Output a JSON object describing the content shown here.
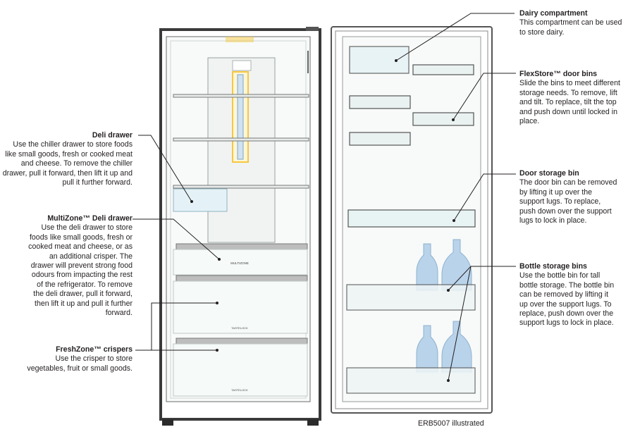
{
  "labels": {
    "deli_drawer": {
      "title": "Deli drawer",
      "desc": "Use the chiller drawer to store foods like small goods, fresh or cooked meat and cheese. To remove the chiller drawer, pull it forward, then lift it up and pull it further forward."
    },
    "multizone": {
      "title": "MultiZone™ Deli drawer",
      "desc": "Use the deli drawer to store foods like small goods, fresh or cooked meat and cheese, or as an additional crisper. The drawer will prevent strong food odours from impacting the rest of the refrigerator. To remove the deli drawer, pull it forward, then lift it up and pull it further forward."
    },
    "freshzone": {
      "title": "FreshZone™ crispers",
      "desc": "Use the crisper to store vegetables, fruit or small goods."
    },
    "dairy": {
      "title": "Dairy compartment",
      "desc": "This compartment can be used to store dairy."
    },
    "flexstore": {
      "title": "FlexStore™ door bins",
      "desc": "Slide the bins to meet different storage needs. To remove, lift and tilt.    To replace, tilt the top and push down until locked in place."
    },
    "door_bin": {
      "title": "Door storage bin",
      "desc": "The door bin can be removed by lifting it up over the support lugs. To replace, push down over the support lugs to lock in place."
    },
    "bottle_bins": {
      "title": "Bottle storage bins",
      "desc": "Use the bottle bin for tall bottle storage. The bottle bin can be removed by lifting it up over the support lugs. To replace, push down over the support lugs to lock in place."
    }
  },
  "drawer_text": {
    "multizone_badge": "MULTIZONE",
    "tastelock_1": "TASTELOCK",
    "tastelock_2": "TASTELOCK"
  },
  "caption": "ERB5007 illustrated",
  "colors": {
    "cabinet_outline": "#3a3a3a",
    "line": "#231f20",
    "glass": "#d9ecec",
    "light": "#f5c842",
    "bottle": "#b9d3ea"
  }
}
